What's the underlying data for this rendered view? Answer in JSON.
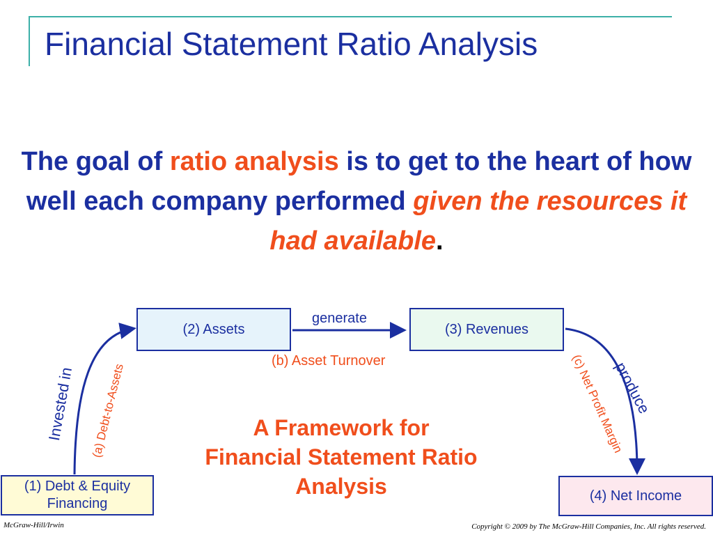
{
  "slide": {
    "title": "Financial Statement Ratio Analysis",
    "goal": {
      "part1": "The goal of ",
      "highlight1": "ratio analysis",
      "part2": " is to get to the heart of how well each company performed ",
      "highlight2": "given the resources it had available",
      "end": "."
    },
    "framework_title": "A Framework for Financial Statement Ratio Analysis"
  },
  "diagram": {
    "nodes": {
      "assets": "(2) Assets",
      "revenues": "(3) Revenues",
      "debt_equity": "(1) Debt & Equity Financing",
      "net_income": "(4) Net Income"
    },
    "edges": {
      "generate": "generate",
      "asset_turnover": "(b) Asset Turnover",
      "invested_in": "Invested in",
      "debt_to_assets": "(a) Debt-to-Assets",
      "net_profit_margin": "(c) Net Profit Margin",
      "produce": "produce"
    }
  },
  "footer": {
    "publisher": "McGraw-Hill/Irwin",
    "copyright": "Copyright © 2009 by The McGraw-Hill Companies, Inc. All rights reserved."
  },
  "colors": {
    "primary_blue": "#1b2fa0",
    "accent_orange": "#f04e1c",
    "frame_teal": "#3cb0a8"
  }
}
